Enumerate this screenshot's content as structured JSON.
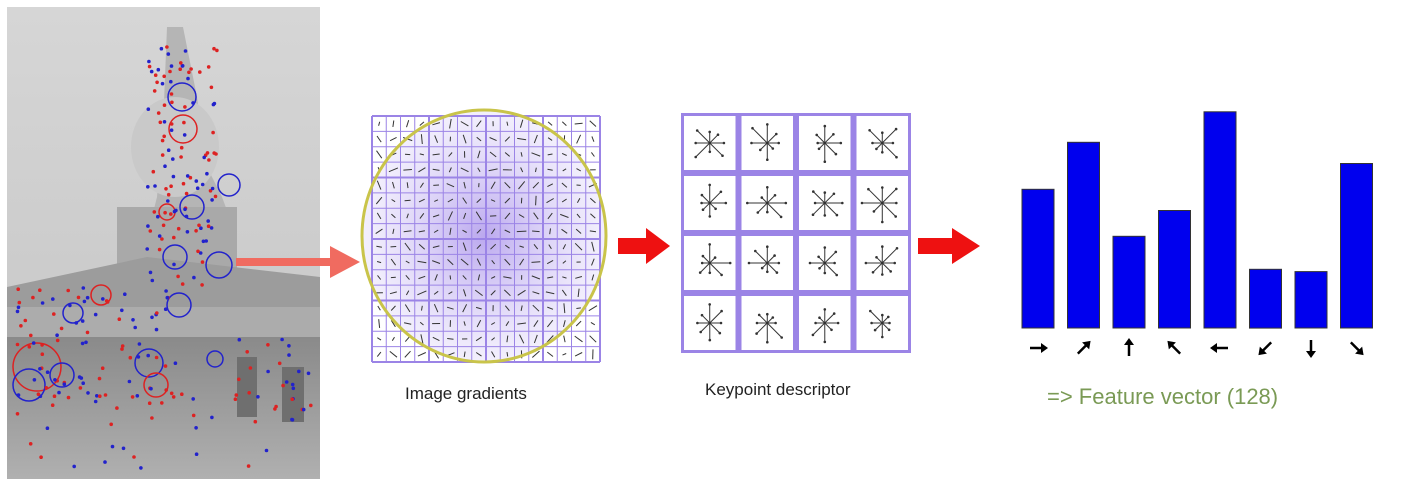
{
  "captions": {
    "gradients": "Image gradients",
    "descriptor": "Keypoint descriptor",
    "feature": "=> Feature vector (128)"
  },
  "colors": {
    "grid": "#9b84e6",
    "bar": "#0000ee",
    "arrow_big": "#ee1111",
    "arrow_light": "#f06b60",
    "caption_green": "#7a9a55",
    "circle": "#c9c44a",
    "keypoint_blue": "#2222cc",
    "keypoint_red": "#dd2222"
  },
  "chart_data": {
    "type": "bar",
    "categories": [
      "right-arrow-icon",
      "up-right-arrow-icon",
      "up-arrow-icon",
      "up-left-arrow-icon",
      "left-arrow-icon",
      "down-left-arrow-icon",
      "down-arrow-icon",
      "down-right-arrow-icon"
    ],
    "values": [
      0.59,
      0.79,
      0.39,
      0.5,
      0.92,
      0.25,
      0.24,
      0.7
    ],
    "ylim": [
      0,
      1
    ],
    "grid": false,
    "legend": "none"
  }
}
